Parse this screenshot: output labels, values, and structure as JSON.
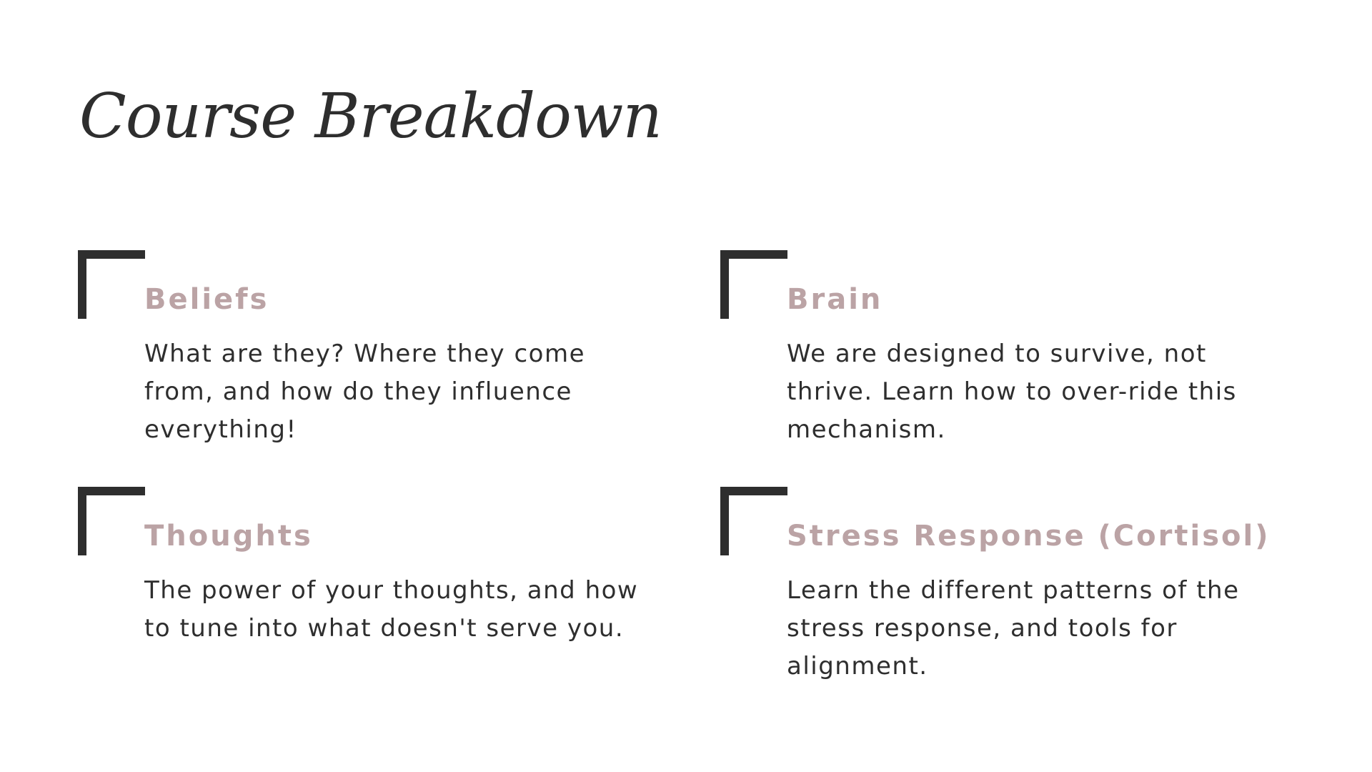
{
  "page": {
    "title": "Course Breakdown"
  },
  "colors": {
    "text_dark": "#2e2e2e",
    "accent_mauve": "#bba3a5",
    "background": "#ffffff"
  },
  "items": [
    {
      "title": "Beliefs",
      "description": "What are they? Where they come from, and how do they influence everything!"
    },
    {
      "title": "Brain",
      "description": "We are designed to survive, not thrive. Learn how to over-ride this mechanism."
    },
    {
      "title": "Thoughts",
      "description": "The power of your thoughts, and how to tune into what doesn't serve you."
    },
    {
      "title": "Stress Response (Cortisol)",
      "description": "Learn the different patterns of the stress response, and tools for alignment."
    }
  ]
}
